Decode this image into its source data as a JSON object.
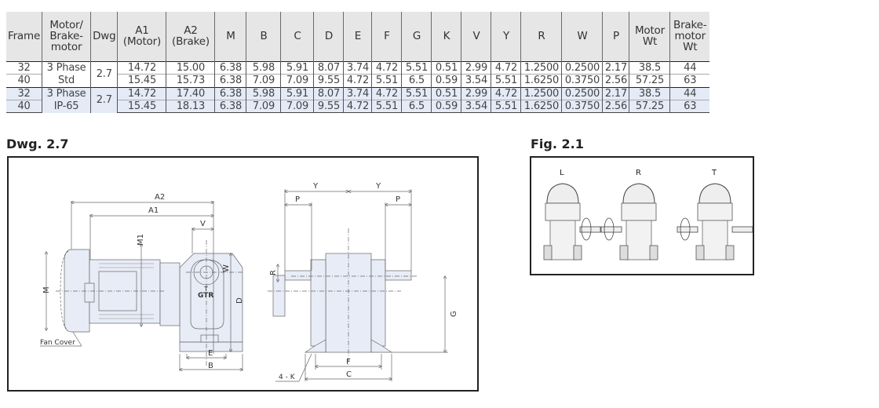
{
  "table": {
    "headers": [
      "Frame",
      "Motor/\nBrake-\nmotor",
      "Dwg",
      "A1\n(Motor)",
      "A2\n(Brake)",
      "M",
      "B",
      "C",
      "D",
      "E",
      "F",
      "G",
      "K",
      "V",
      "Y",
      "R",
      "W",
      "P",
      "Motor\nWt",
      "Brake-\nmotor\nWt"
    ],
    "groups": [
      {
        "motor": "3 Phase\nStd",
        "dwg": "2.7",
        "rows": [
          [
            "32",
            "14.72",
            "15.00",
            "6.38",
            "5.98",
            "5.91",
            "8.07",
            "3.74",
            "4.72",
            "5.51",
            "0.51",
            "2.99",
            "4.72",
            "1.2500",
            "0.2500",
            "2.17",
            "38.5",
            "44"
          ],
          [
            "40",
            "15.45",
            "15.73",
            "6.38",
            "7.09",
            "7.09",
            "9.55",
            "4.72",
            "5.51",
            "6.5",
            "0.59",
            "3.54",
            "5.51",
            "1.6250",
            "0.3750",
            "2.56",
            "57.25",
            "63"
          ]
        ]
      },
      {
        "motor": "3 Phase\nIP-65",
        "dwg": "2.7",
        "rows": [
          [
            "32",
            "14.72",
            "17.40",
            "6.38",
            "5.98",
            "5.91",
            "8.07",
            "3.74",
            "4.72",
            "5.51",
            "0.51",
            "2.99",
            "4.72",
            "1.2500",
            "0.2500",
            "2.17",
            "38.5",
            "44"
          ],
          [
            "40",
            "15.45",
            "18.13",
            "6.38",
            "7.09",
            "7.09",
            "9.55",
            "4.72",
            "5.51",
            "6.5",
            "0.59",
            "3.54",
            "5.51",
            "1.6250",
            "0.3750",
            "2.56",
            "57.25",
            "63"
          ]
        ]
      }
    ]
  },
  "drawing": {
    "title": "Dwg. 2.7",
    "labels": {
      "a2": "A2",
      "a1": "A1",
      "v": "V",
      "m1": "M1",
      "w": "W",
      "m": "M",
      "d": "D",
      "t": "T",
      "brand": "GTR",
      "fan_cover": "Fan Cover",
      "e": "E",
      "b": "B",
      "y1": "Y",
      "y2": "Y",
      "p1": "P",
      "p2": "P",
      "r": "R",
      "g": "G",
      "f": "F",
      "c": "C",
      "k": "4 - K"
    }
  },
  "figure": {
    "title": "Fig. 2.1",
    "views": [
      "L",
      "R",
      "T"
    ]
  }
}
